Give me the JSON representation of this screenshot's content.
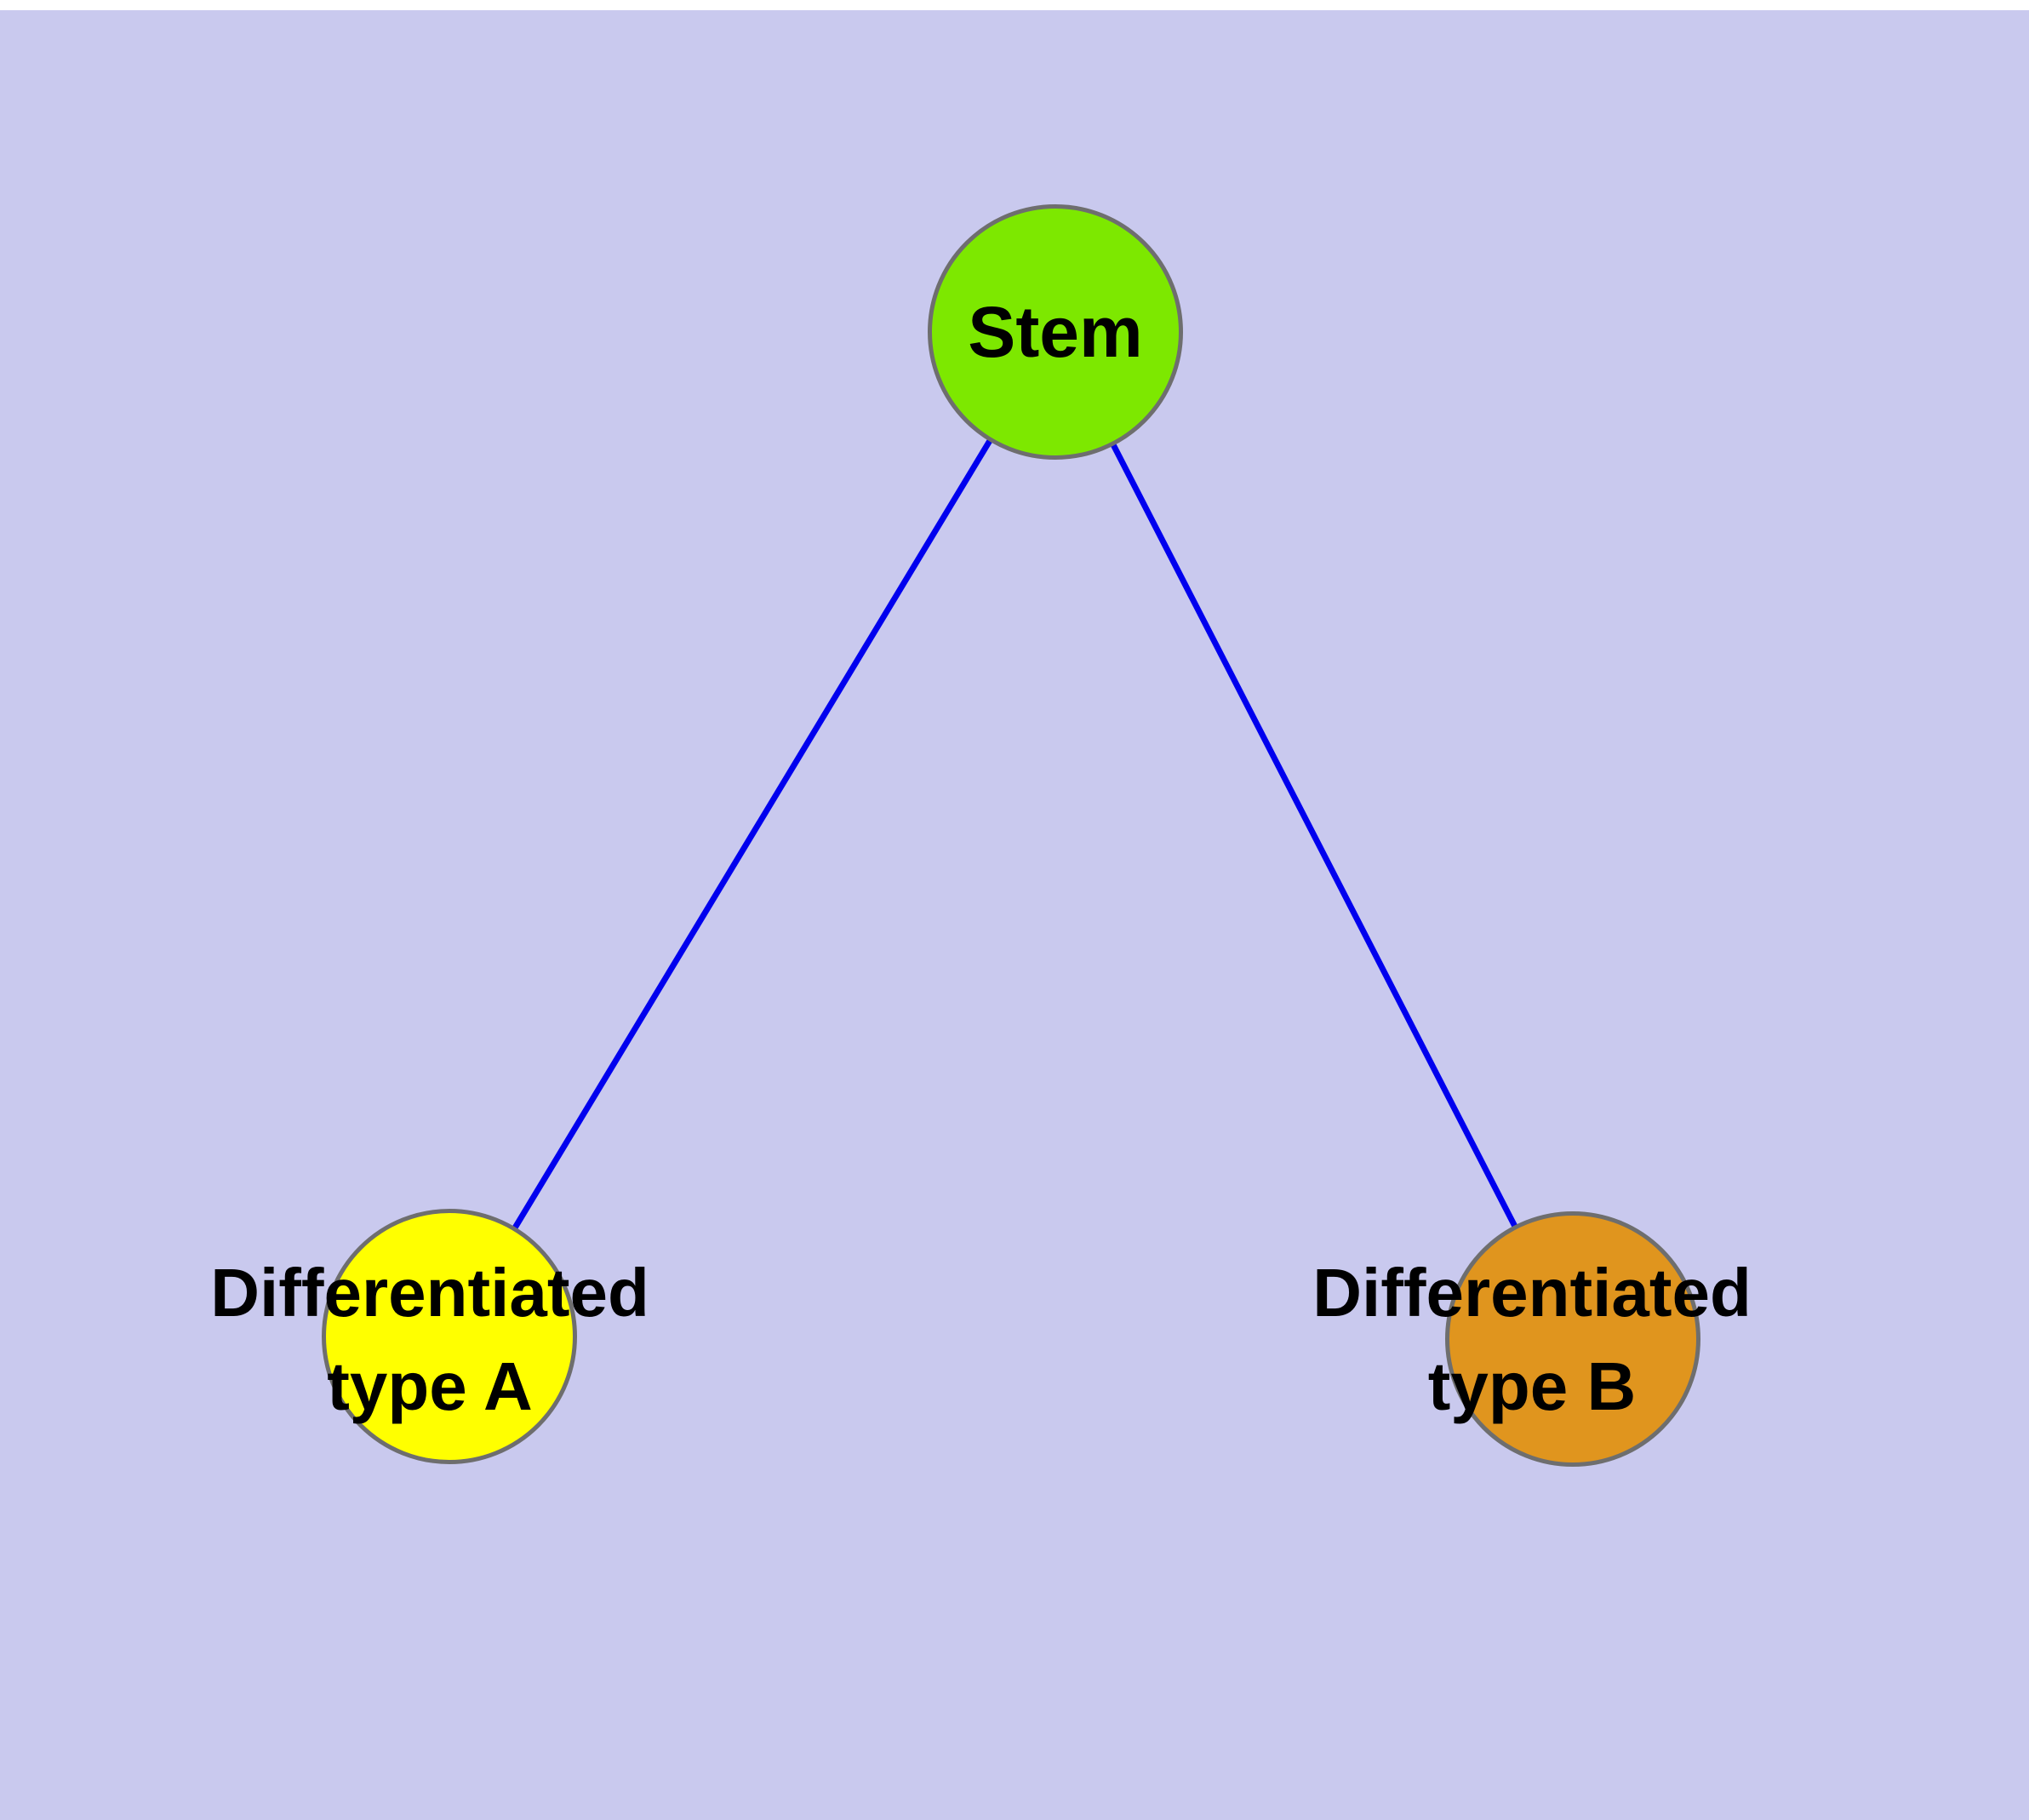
{
  "diagram": {
    "background_color": "#c9c9ee",
    "edge_color": "#0000ee",
    "nodes": {
      "stem": {
        "label": "Stem",
        "color": "#7de800",
        "border_color": "#6e6e6e"
      },
      "typeA": {
        "label_line1": "Differentiated",
        "label_line2": "type A",
        "color": "#ffff00",
        "border_color": "#6e6e6e"
      },
      "typeB": {
        "label_line1": "Differentiated",
        "label_line2": "type B",
        "color": "#e0951e",
        "border_color": "#6e6e6e"
      }
    },
    "edges": [
      {
        "from": "stem",
        "to": "typeA"
      },
      {
        "from": "stem",
        "to": "typeB"
      }
    ]
  }
}
